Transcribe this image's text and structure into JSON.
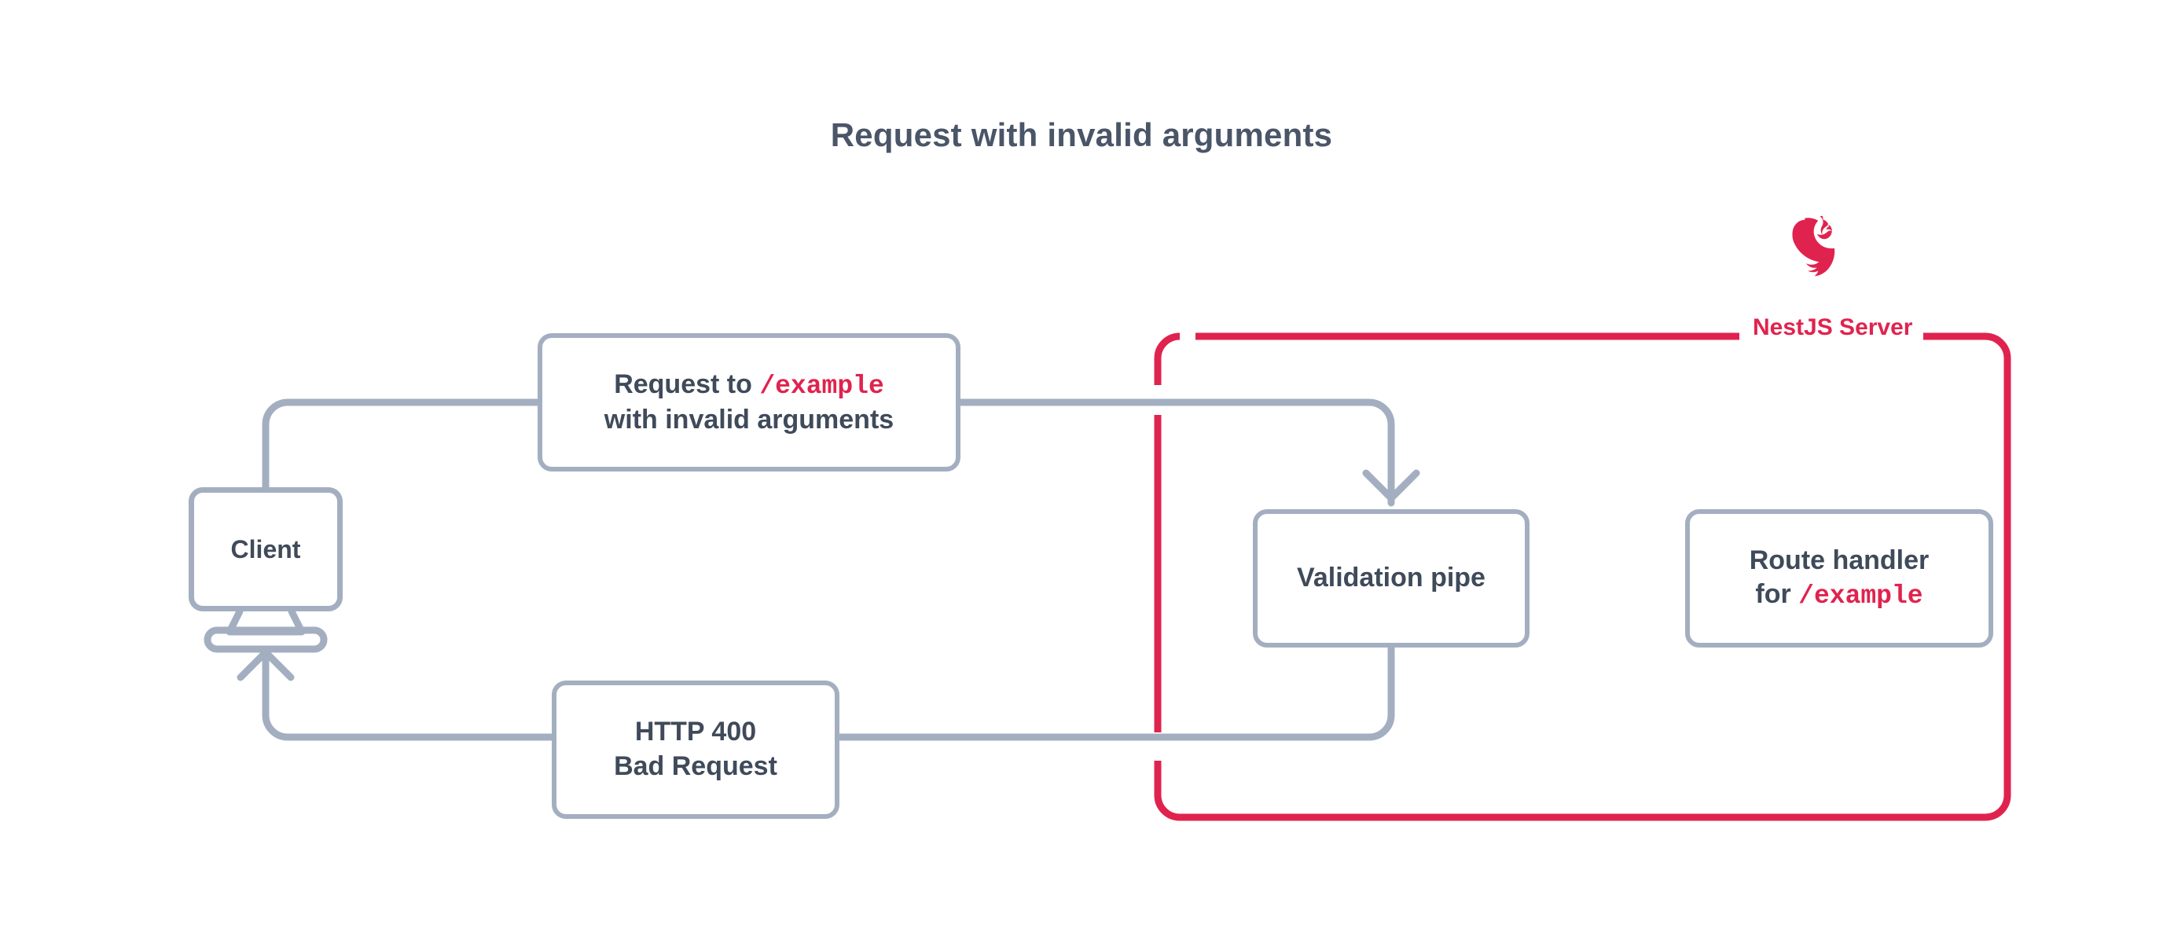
{
  "diagram": {
    "title": "Request with invalid arguments",
    "type": "flow",
    "colors": {
      "accent": "#E0234E",
      "line": "#A3AFC0",
      "text": "#3F4A5A",
      "background": "#FFFFFF"
    },
    "boundary": {
      "label": "NestJS Server",
      "logo": "nestjs-cat-logo",
      "color": "#E0234E"
    },
    "nodes": [
      {
        "id": "client",
        "label": "Client",
        "shape": "monitor"
      },
      {
        "id": "request",
        "label_prefix": "Request to ",
        "label_code": "/example",
        "label_line2": "with invalid arguments",
        "shape": "rounded-rect"
      },
      {
        "id": "validation-pipe",
        "label": "Validation pipe",
        "shape": "rounded-rect"
      },
      {
        "id": "route-handler",
        "label_prefix": "Route handler",
        "label_line2_prefix": "for ",
        "label_code": "/example",
        "shape": "rounded-rect"
      },
      {
        "id": "response",
        "label_line1": "HTTP 400",
        "label_line2": "Bad Request",
        "shape": "rounded-rect"
      }
    ],
    "edges": [
      {
        "from": "client",
        "to": "validation-pipe",
        "via": "request",
        "arrow": "down"
      },
      {
        "from": "validation-pipe",
        "to": "client",
        "via": "response",
        "arrow": "up"
      }
    ]
  }
}
